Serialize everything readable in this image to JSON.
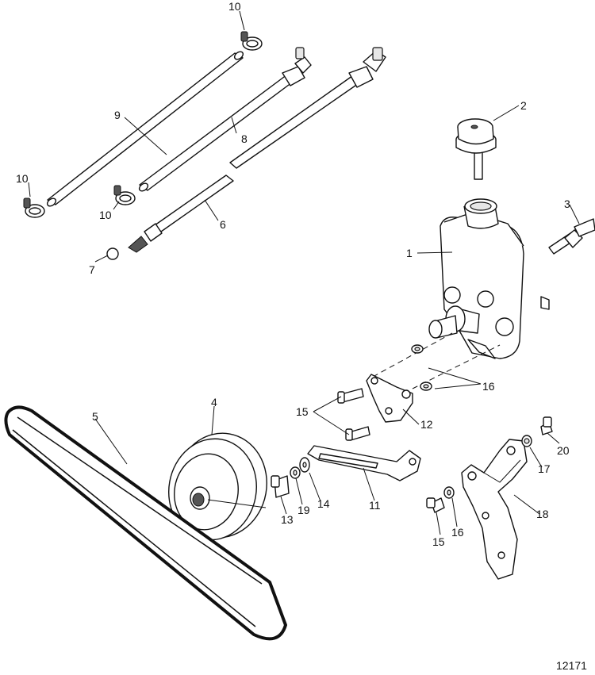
{
  "callouts": {
    "c1": "1",
    "c2": "2",
    "c3": "3",
    "c4": "4",
    "c5": "5",
    "c6": "6",
    "c7": "7",
    "c8": "8",
    "c9": "9",
    "c10a": "10",
    "c10b": "10",
    "c10c": "10",
    "c11": "11",
    "c12": "12",
    "c13": "13",
    "c14": "14",
    "c15a": "15",
    "c15b": "15",
    "c16a": "16",
    "c16b": "16",
    "c17": "17",
    "c18": "18",
    "c19": "19",
    "c20": "20"
  },
  "figure_number": "12171"
}
